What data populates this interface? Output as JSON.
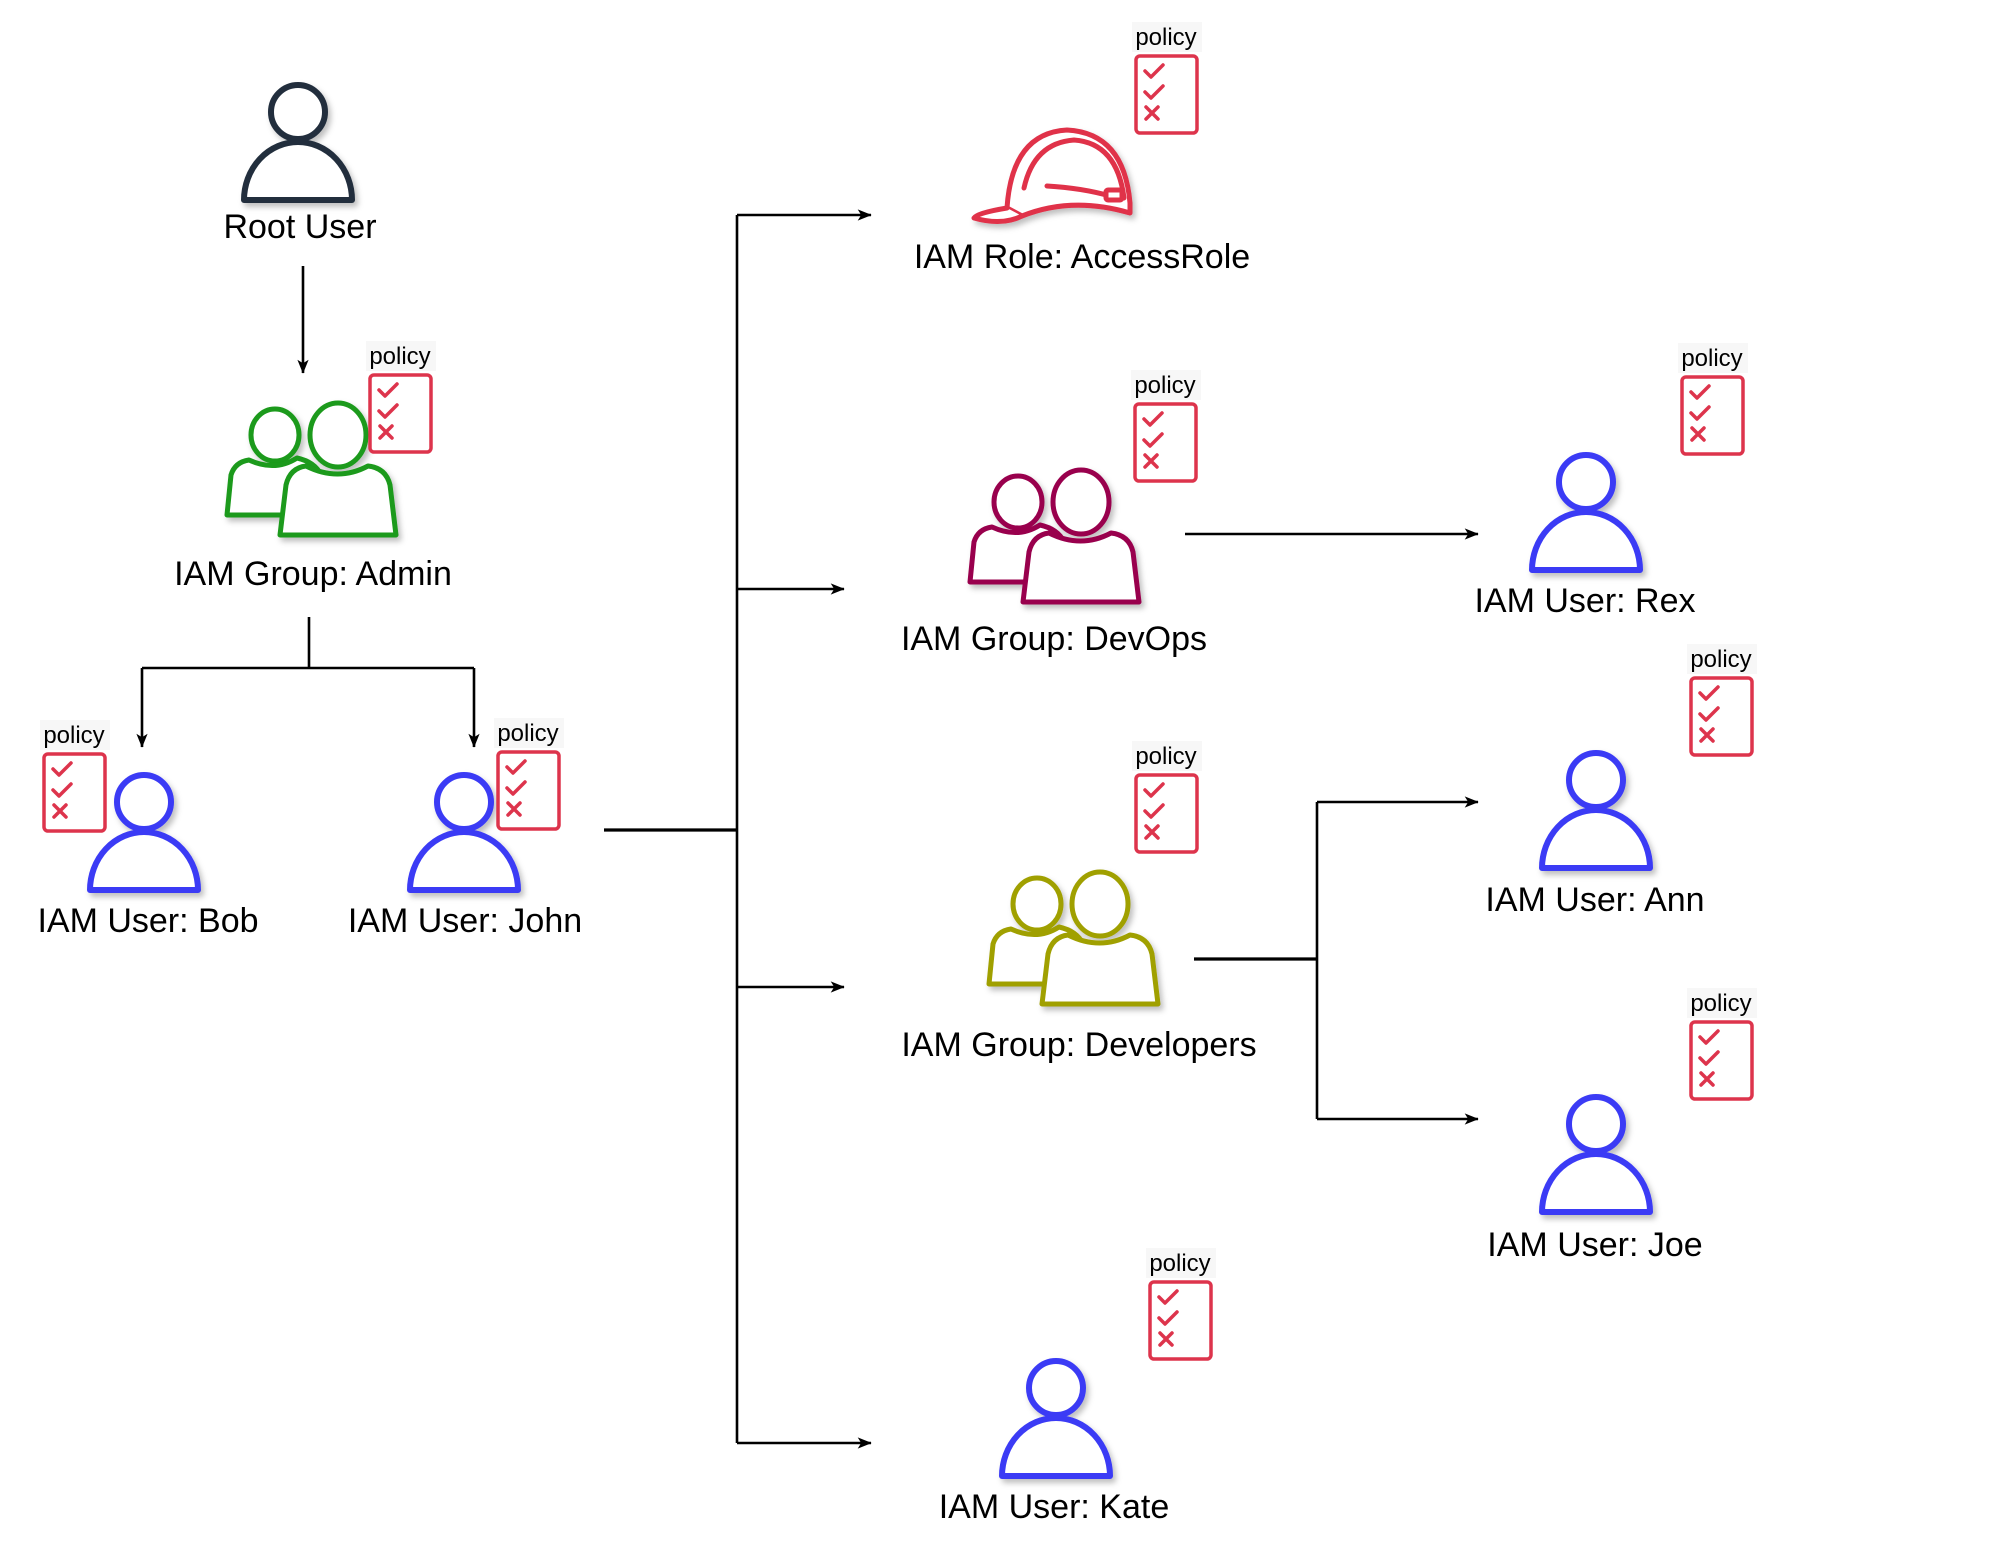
{
  "diagram": {
    "title": "AWS IAM hierarchy",
    "colors": {
      "root": "#232f3e",
      "user": "#3b3bf5",
      "admin_group": "#1a9a1a",
      "devops_group": "#99004d",
      "developers_group": "#a0a000",
      "role": "#e0304a",
      "policy": "#dd344c",
      "edge": "#000000"
    },
    "policy_label": "policy",
    "nodes": [
      {
        "id": "root",
        "type": "root-user",
        "label": "Root User",
        "has_policy": false
      },
      {
        "id": "admin",
        "type": "group",
        "label": "IAM Group: Admin",
        "color_key": "admin_group",
        "has_policy": true
      },
      {
        "id": "bob",
        "type": "user",
        "label": "IAM User: Bob",
        "has_policy": true
      },
      {
        "id": "john",
        "type": "user",
        "label": "IAM User: John",
        "has_policy": true
      },
      {
        "id": "accessrole",
        "type": "role",
        "label": "IAM Role: AccessRole",
        "has_policy": true
      },
      {
        "id": "devops",
        "type": "group",
        "label": "IAM Group: DevOps",
        "color_key": "devops_group",
        "has_policy": true
      },
      {
        "id": "rex",
        "type": "user",
        "label": "IAM User: Rex",
        "has_policy": true
      },
      {
        "id": "developers",
        "type": "group",
        "label": "IAM Group: Developers",
        "color_key": "developers_group",
        "has_policy": true
      },
      {
        "id": "ann",
        "type": "user",
        "label": "IAM User: Ann",
        "has_policy": true
      },
      {
        "id": "joe",
        "type": "user",
        "label": "IAM User: Joe",
        "has_policy": true
      },
      {
        "id": "kate",
        "type": "user",
        "label": "IAM User: Kate",
        "has_policy": true
      }
    ],
    "edges": [
      {
        "from": "root",
        "to": "admin"
      },
      {
        "from": "admin",
        "to": "bob"
      },
      {
        "from": "admin",
        "to": "john"
      },
      {
        "from": "john",
        "to": "accessrole"
      },
      {
        "from": "john",
        "to": "devops"
      },
      {
        "from": "john",
        "to": "developers"
      },
      {
        "from": "john",
        "to": "kate"
      },
      {
        "from": "devops",
        "to": "rex"
      },
      {
        "from": "developers",
        "to": "ann"
      },
      {
        "from": "developers",
        "to": "joe"
      }
    ],
    "policy_items": [
      "check",
      "check",
      "cross"
    ]
  }
}
